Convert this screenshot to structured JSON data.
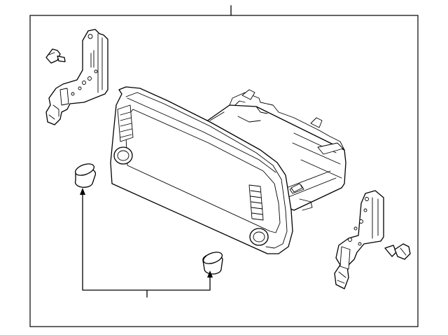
{
  "diagram": {
    "type": "exploded-parts-illustration",
    "parts": [
      "radio-unit-assembly",
      "left-mounting-bracket",
      "right-mounting-bracket",
      "left-screw",
      "right-screw",
      "left-knob",
      "right-knob"
    ],
    "line_color": "#000000",
    "background": "#ffffff"
  }
}
